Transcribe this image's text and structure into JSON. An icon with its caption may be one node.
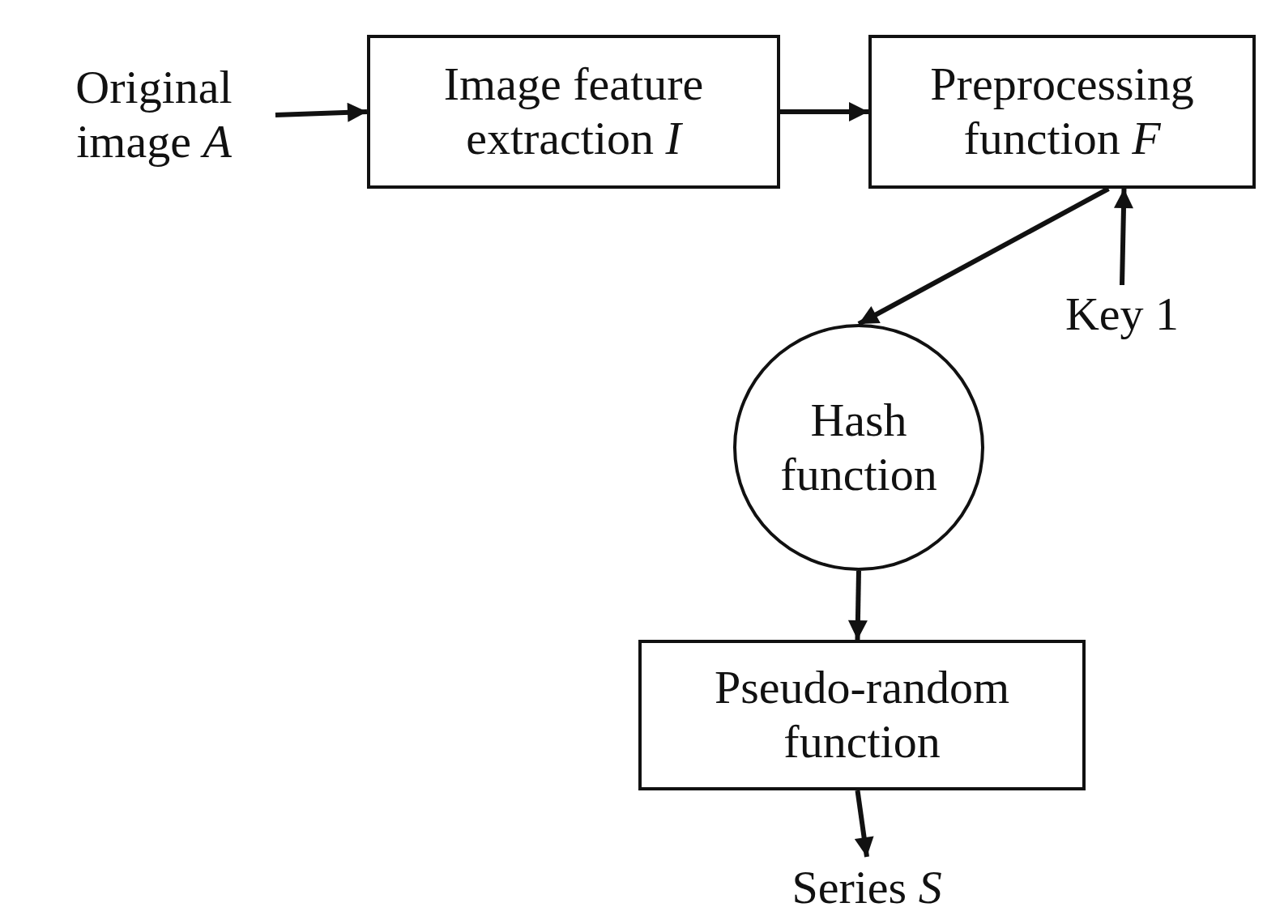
{
  "diagram": {
    "nodes": [
      {
        "text": [
          "Original image *A*"
        ]
      },
      {
        "text": [
          "Image feature extraction *I*"
        ]
      },
      {
        "text": [
          "Preprocessing function *F*"
        ]
      },
      {
        "text": [
          "Key 1"
        ]
      },
      {
        "text": [
          "Hash function"
        ]
      },
      {
        "text": [
          "Pseudo-random function"
        ]
      },
      {
        "text": [
          "Series *S*"
        ]
      }
    ],
    "edges": [
      {
        "from": 0,
        "to": 1,
        "arrow": "to"
      },
      {
        "from": 1,
        "to": 2,
        "arrow": "to"
      },
      {
        "from": 2,
        "to": 4,
        "arrow": "to"
      },
      {
        "from": 3,
        "to": 2,
        "arrow": "to"
      },
      {
        "from": 4,
        "to": 5,
        "arrow": "to"
      },
      {
        "from": 5,
        "to": 6,
        "arrow": "to"
      }
    ]
  }
}
